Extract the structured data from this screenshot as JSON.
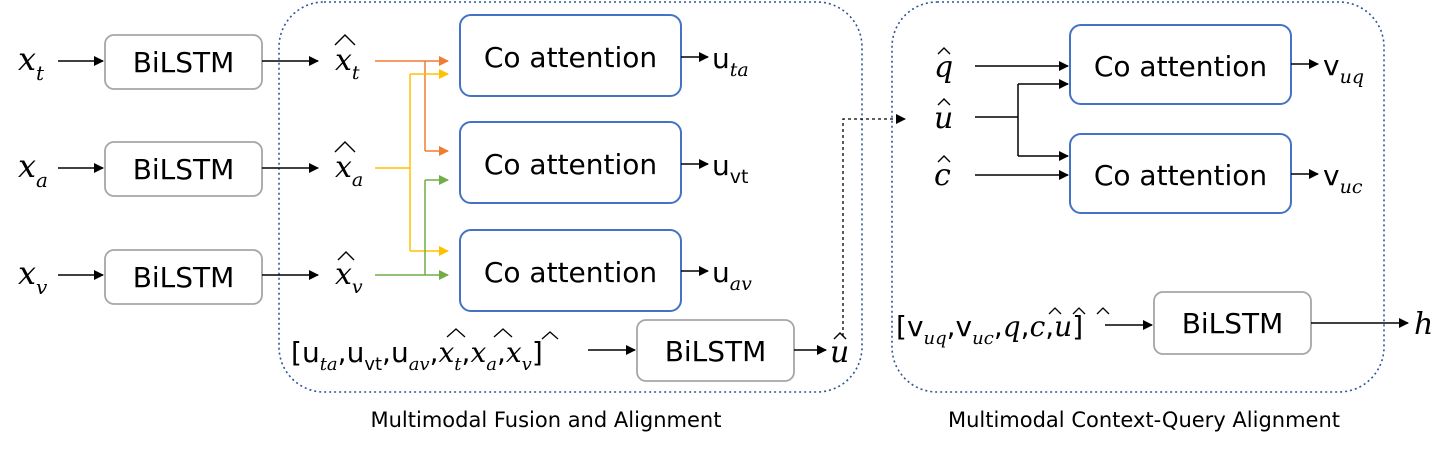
{
  "inputs": {
    "xt": {
      "base": "x",
      "sub": "t"
    },
    "xa": {
      "base": "x",
      "sub": "a"
    },
    "xv": {
      "base": "x",
      "sub": "v"
    }
  },
  "bilstm_label": "BiLSTM",
  "coattention_label": "Co attention",
  "fusion": {
    "hat_t": {
      "base": "x",
      "sub": "t"
    },
    "hat_a": {
      "base": "x",
      "sub": "a"
    },
    "hat_v": {
      "base": "x",
      "sub": "v"
    },
    "u_ta": {
      "base": "u",
      "sub": "ta"
    },
    "u_vt": {
      "base": "u",
      "sub": "vt"
    },
    "u_av": {
      "base": "u",
      "sub": "av"
    },
    "concat": {
      "open": "[",
      "close": "]",
      "u_ta": {
        "base": "u",
        "sub": "ta"
      },
      "u_vt": {
        "base": "u",
        "sub": "vt"
      },
      "u_av": {
        "base": "u",
        "sub": "av"
      },
      "xt": {
        "base": "x",
        "sub": "t"
      },
      "xa": {
        "base": "x",
        "sub": "a"
      },
      "xv": {
        "base": "x",
        "sub": "v"
      }
    },
    "output": "u",
    "caption": "Multimodal Fusion and Alignment"
  },
  "context": {
    "q": "q",
    "u": "u",
    "c": "c",
    "v_uq": {
      "base": "v",
      "sub": "uq"
    },
    "v_uc": {
      "base": "v",
      "sub": "uc"
    },
    "concat": {
      "open": "[",
      "close": "]",
      "v_uq": {
        "base": "v",
        "sub": "uq"
      },
      "v_uc": {
        "base": "v",
        "sub": "uc"
      },
      "q": "q",
      "c": "c",
      "u": "u"
    },
    "output": "h",
    "caption": "Multimodal Context-Query Alignment"
  },
  "colors": {
    "box_gray": "#a6a6a6",
    "box_blue": "#4472c4",
    "dotted_border": "#2f5597",
    "arrow_orange": "#ed7d31",
    "arrow_yellow": "#ffc000",
    "arrow_green": "#70ad47"
  }
}
